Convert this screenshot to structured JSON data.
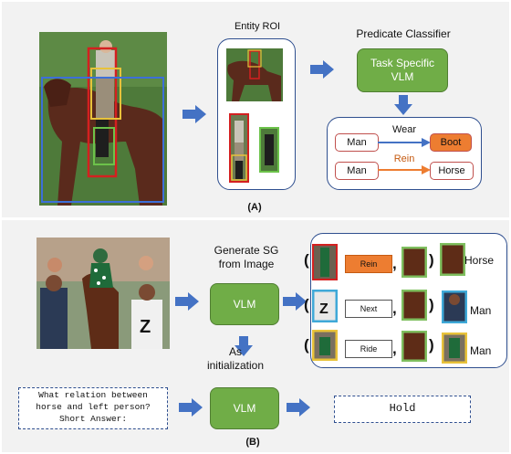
{
  "panel_a": {
    "entity_roi": "Entity ROI",
    "predicate_classifier": "Predicate Classifier",
    "vlm_box": "Task Specific\nVLM",
    "relations": [
      {
        "subject": "Man",
        "predicate": "Wear",
        "object": "Boot"
      },
      {
        "subject": "Man",
        "predicate": "Rein",
        "object": "Horse"
      }
    ],
    "caption": "(A)"
  },
  "panel_b": {
    "generate_sg": "Generate SG\nfrom Image",
    "vlm_top": "VLM",
    "as_init": "As\ninitialization",
    "vlm_bottom": "VLM",
    "query": "What relation between\nhorse and left person?\nShort Answer:",
    "answer": "Hold",
    "triplets": [
      {
        "predicate": "Rein",
        "object": "Horse"
      },
      {
        "predicate": "Next",
        "object": "Man"
      },
      {
        "predicate": "Ride",
        "object": "Man"
      }
    ],
    "caption": "(B)"
  },
  "colors": {
    "panel_bg": "#f2f2f2",
    "vlm_green": "#70ad47",
    "arrow_blue": "#4472c4",
    "predicate_orange": "#ed7d31",
    "box_red": "#c0504d"
  }
}
